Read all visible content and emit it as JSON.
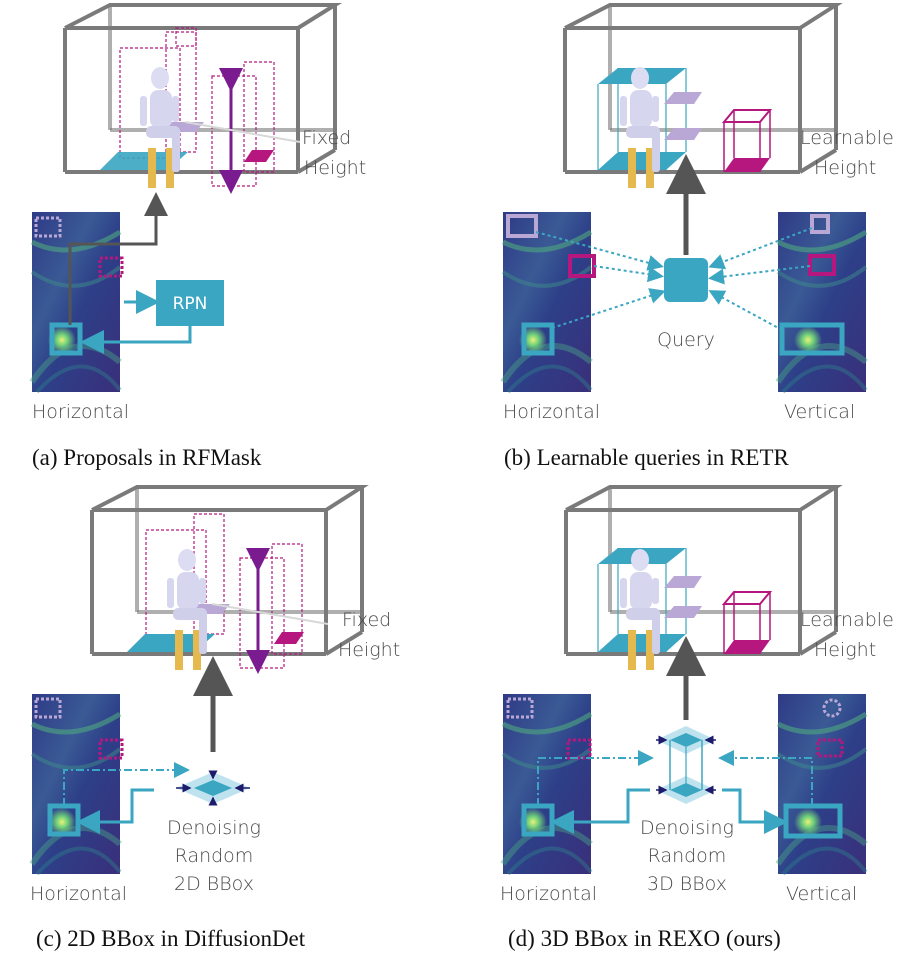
{
  "panels": {
    "a": {
      "label_fixed": "Fixed",
      "label_height": "Height",
      "rpn": "RPN",
      "horizontal": "Horizontal",
      "caption": "(a) Proposals in RFMask"
    },
    "b": {
      "label_learnable": "Learnable",
      "label_height": "Height",
      "query": "Query",
      "horizontal": "Horizontal",
      "vertical": "Vertical",
      "caption": "(b) Learnable queries in RETR"
    },
    "c": {
      "label_fixed": "Fixed",
      "label_height": "Height",
      "denoise_1": "Denoising",
      "denoise_2": "Random",
      "denoise_3": "2D BBox",
      "horizontal": "Horizontal",
      "caption": "(c) 2D BBox in DiffusionDet"
    },
    "d": {
      "label_learnable": "Learnable",
      "label_height": "Height",
      "denoise_1": "Denoising",
      "denoise_2": "Random",
      "denoise_3": "3D BBox",
      "horizontal": "Horizontal",
      "vertical": "Vertical",
      "caption": "(d) 3D BBox in REXO (ours)"
    }
  },
  "colors": {
    "cube": "#7a7a7a",
    "teal": "#3aa6c1",
    "magenta": "#b5177e",
    "purple": "#7a1b8f",
    "lavender": "#b9a7d6",
    "heatmap_bg": "#3b3f8f",
    "heatmap_hot": "#6fd07a"
  }
}
